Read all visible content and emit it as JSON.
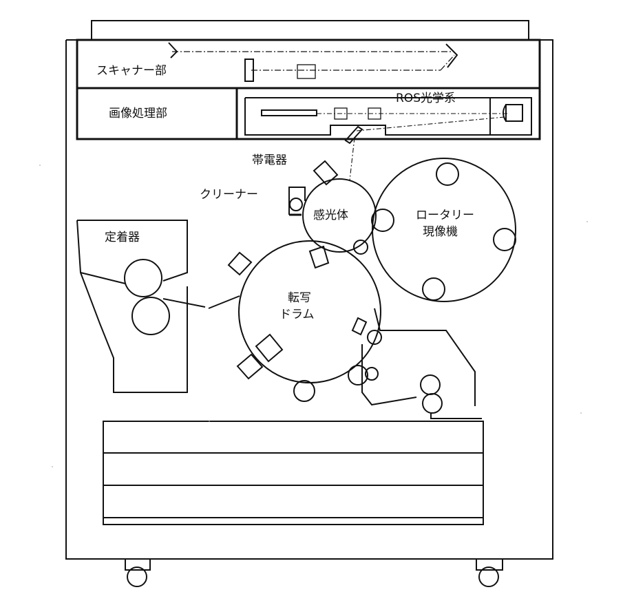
{
  "labels": {
    "scanner": "スキャナー部",
    "image_processing": "画像処理部",
    "ros_optics": "ROS光学系",
    "charger": "帯電器",
    "cleaner": "クリーナー",
    "photoreceptor": "感光体",
    "rotary_developer_line1": "ロータリー",
    "rotary_developer_line2": "現像機",
    "fuser": "定着器",
    "transfer_drum_line1": "転写",
    "transfer_drum_line2": "ドラム"
  }
}
